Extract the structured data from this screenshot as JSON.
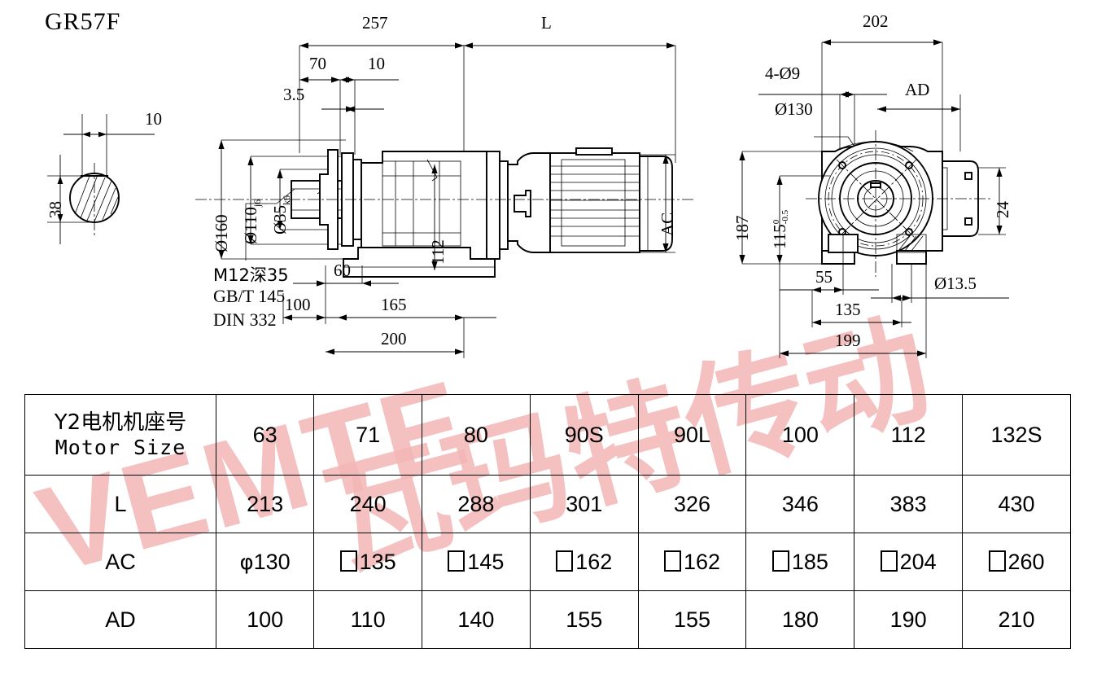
{
  "title": "GR57F",
  "section_view": {
    "name": "keyway-section",
    "width_dim": "10",
    "height_dim": "38"
  },
  "side_view": {
    "name": "gear-motor-side-view",
    "dims": {
      "total_257": "257",
      "len_L": "L",
      "d70": "70",
      "d10": "10",
      "d3_5": "3.5",
      "d160": "Ø160",
      "d110j6_text": "Ø110",
      "d110j6_sub": "j6",
      "d35k6_text": "Ø35",
      "d35k6_sub": "k6",
      "d112": "112",
      "d60": "60",
      "d100": "100",
      "d165": "165",
      "d200": "200",
      "AC": "AC"
    },
    "notes": [
      "M12深35",
      "GB/T 145",
      "DIN 332"
    ]
  },
  "front_view": {
    "name": "gear-motor-front-view",
    "dims": {
      "d202": "202",
      "holes": "4-Ø9",
      "AD": "AD",
      "d130": "Ø130",
      "d187": "187",
      "d115": "115",
      "d115_tol_up": "0",
      "d115_tol_low": "-0.5",
      "d24": "24",
      "d55": "55",
      "d135": "135",
      "d199": "199",
      "d13_5": "Ø13.5"
    }
  },
  "table": {
    "name": "motor-size-table",
    "header_row": {
      "label_cjk": "Y2电机机座号",
      "label_en": "Motor Size",
      "values": [
        "63",
        "71",
        "80",
        "90S",
        "90L",
        "100",
        "112",
        "132S"
      ]
    },
    "rows": [
      {
        "label": "L",
        "values": [
          "213",
          "240",
          "288",
          "301",
          "326",
          "346",
          "383",
          "430"
        ]
      },
      {
        "label": "AC",
        "values": [
          "130",
          "135",
          "145",
          "162",
          "162",
          "185",
          "204",
          "260"
        ],
        "prefix": [
          "phi",
          "square",
          "square",
          "square",
          "square",
          "square",
          "square",
          "square"
        ]
      },
      {
        "label": "AD",
        "values": [
          "100",
          "110",
          "140",
          "155",
          "155",
          "180",
          "190",
          "210"
        ]
      }
    ]
  },
  "watermark": {
    "latin": "VEMTE",
    "cjk": "瓦玛特传动"
  },
  "colors": {
    "line": "#000000",
    "watermark": "#f3b6b6",
    "background": "#ffffff"
  }
}
